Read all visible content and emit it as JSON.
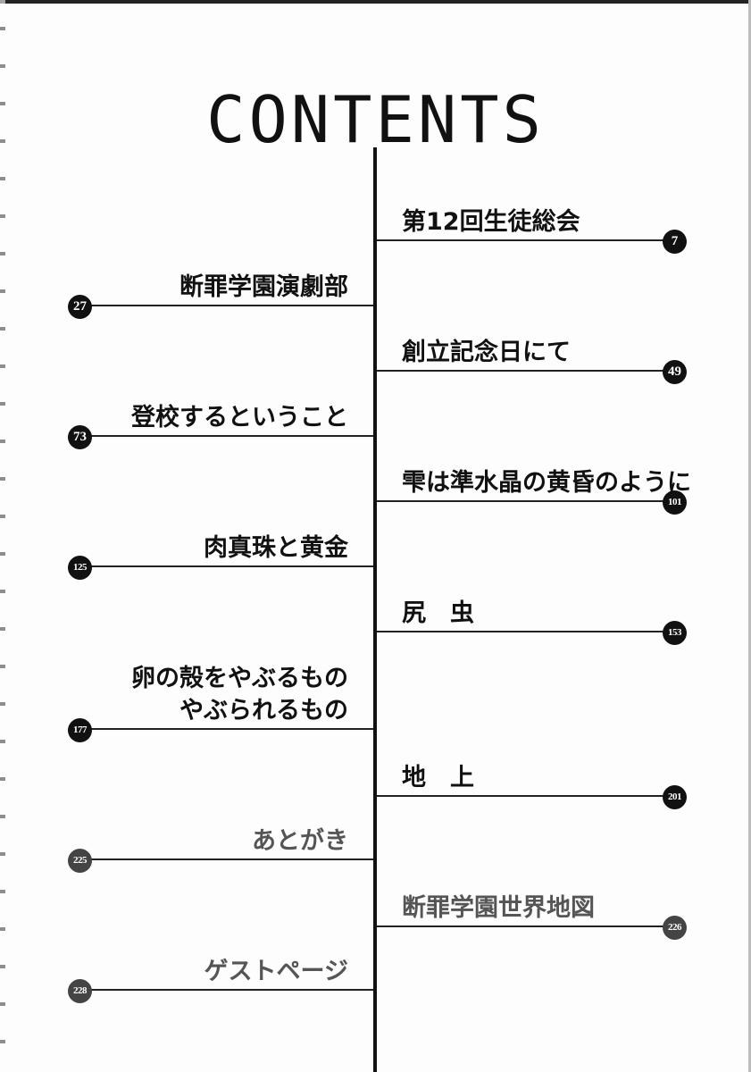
{
  "title": "CONTENTS",
  "left_entries": [
    {
      "title": "断罪学園演劇部",
      "page": "27"
    },
    {
      "title": "登校するということ",
      "page": "73"
    },
    {
      "title": "肉真珠と黄金",
      "page": "125"
    },
    {
      "title_line1": "卵の殻をやぶるもの",
      "title_line2": "やぶられるもの",
      "page": "177"
    },
    {
      "title": "あとがき",
      "page": "225"
    },
    {
      "title": "ゲストページ",
      "page": "228"
    }
  ],
  "right_entries": [
    {
      "title": "第12回生徒総会",
      "page": "7"
    },
    {
      "title": "創立記念日にて",
      "page": "49"
    },
    {
      "title": "雫は準水晶の黄昏のように",
      "page": "101"
    },
    {
      "title": "尻　虫",
      "page": "153"
    },
    {
      "title": "地　上",
      "page": "201"
    },
    {
      "title": "断罪学園世界地図",
      "page": "226"
    }
  ]
}
